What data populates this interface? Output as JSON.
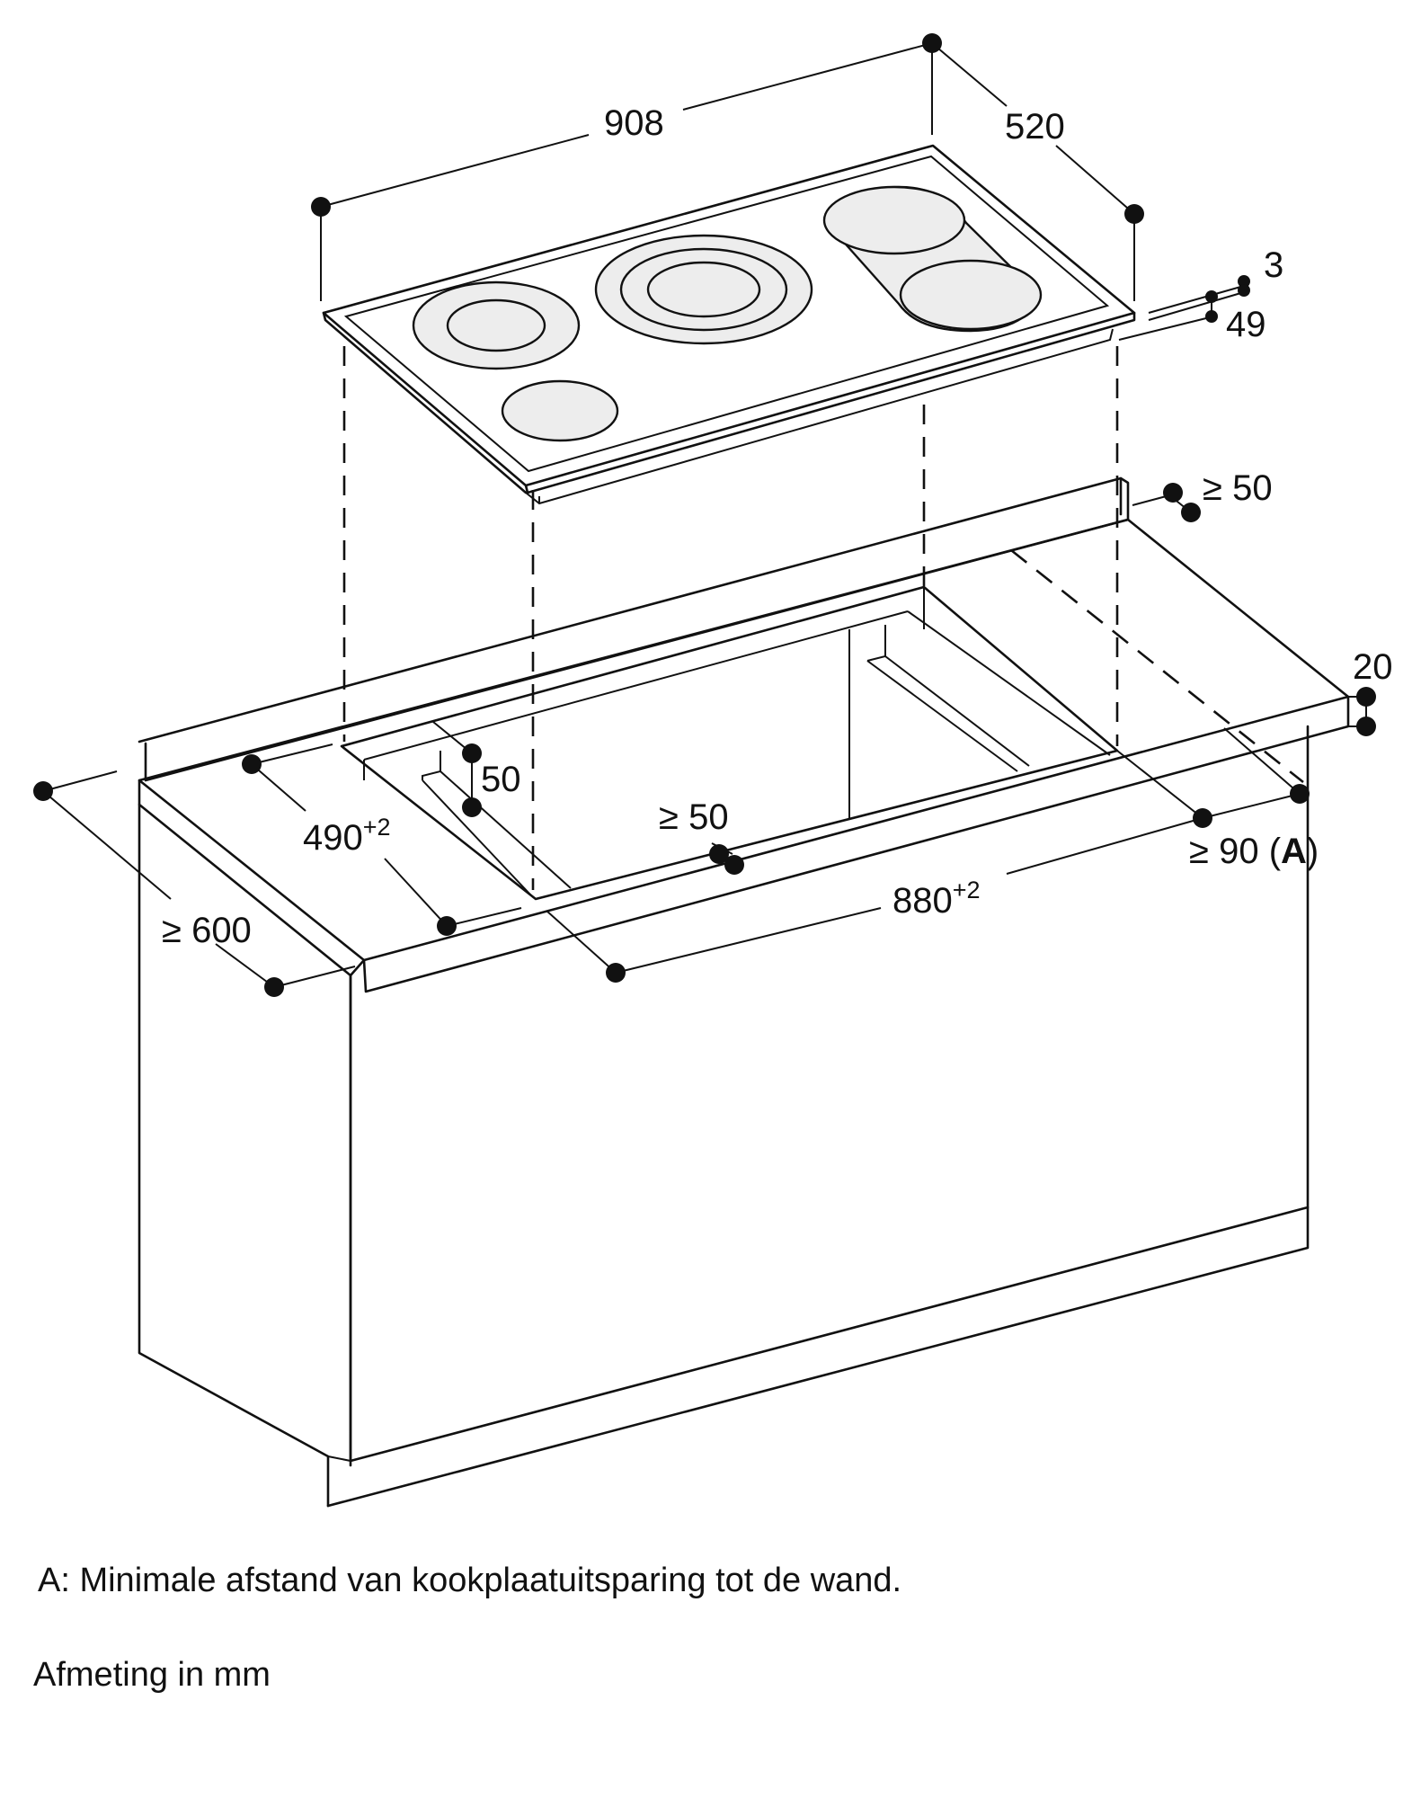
{
  "dimensions": {
    "hob_width": "908",
    "hob_depth": "520",
    "glass_thickness": "3",
    "hob_height": "49",
    "wall_distance_rear": "≥ 50",
    "worktop_thickness": "20",
    "frame_depth": "50",
    "cutout_depth": "490",
    "cutout_depth_tol": "+2",
    "front_distance": "≥ 50",
    "cutout_width": "880",
    "cutout_width_tol": "+2",
    "side_wall_distance": "≥ 90",
    "side_wall_ref_open": "(",
    "side_wall_ref": "A",
    "side_wall_ref_close": ")",
    "worktop_depth": "≥ 600"
  },
  "legend": {
    "note_a": "A: Minimale afstand van kookplaatuitsparing tot de wand.",
    "units": "Afmeting in mm"
  }
}
